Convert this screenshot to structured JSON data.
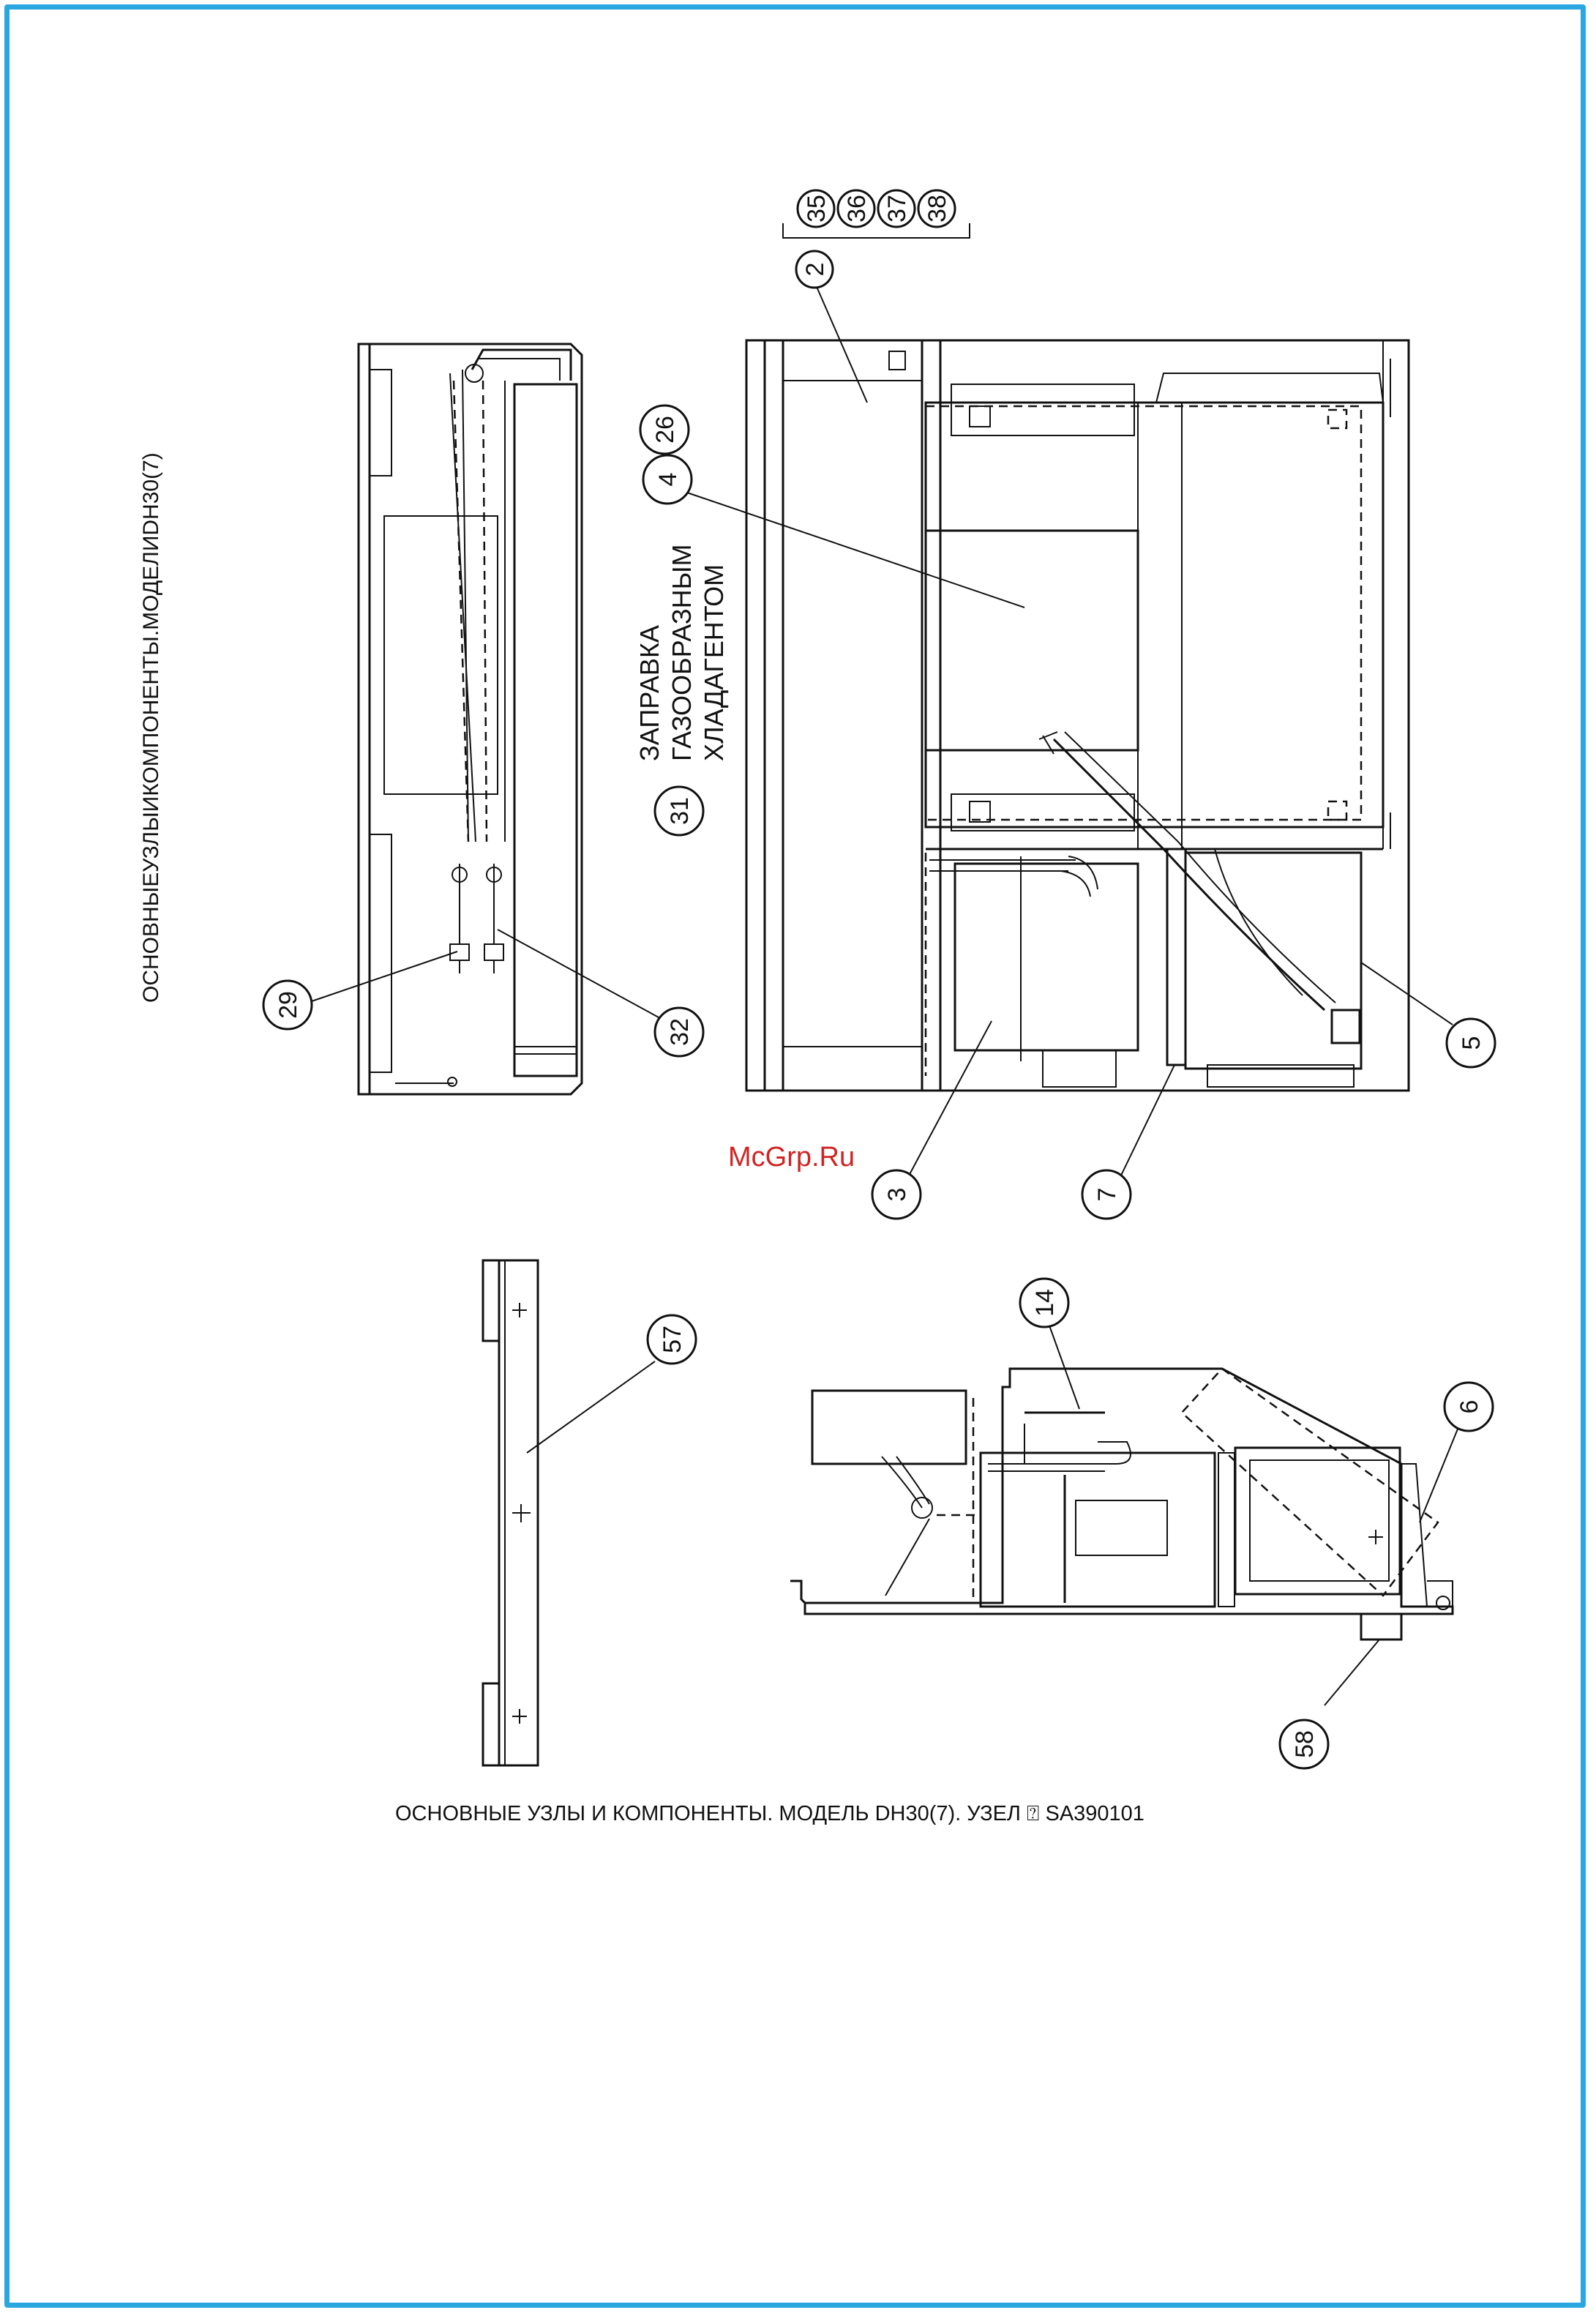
{
  "page": {
    "side_title": "ОСНОВНЫЕУЗЛЫИКОМПОНЕНТЫ.МОДЕЛИDH30(7)",
    "caption": "ОСНОВНЫЕ УЗЛЫ И КОМПОНЕНТЫ. МОДЕЛЬ DH30(7). УЗЕЛ ⍰ SA390101",
    "watermark": "McGrp.Ru"
  },
  "annotation": {
    "line1": "ЗАПРАВКА",
    "line2": "ГАЗООБРАЗНЫМ",
    "line3": "ХЛАДАГЕНТОМ"
  },
  "callouts": {
    "c35": "35",
    "c36": "36",
    "c37": "37",
    "c38": "38",
    "c2": "2",
    "c26": "26",
    "c4": "4",
    "c31": "31",
    "c29": "29",
    "c32": "32",
    "c5": "5",
    "c3": "3",
    "c7": "7",
    "c14": "14",
    "c57": "57",
    "c6": "6",
    "c58": "58"
  }
}
